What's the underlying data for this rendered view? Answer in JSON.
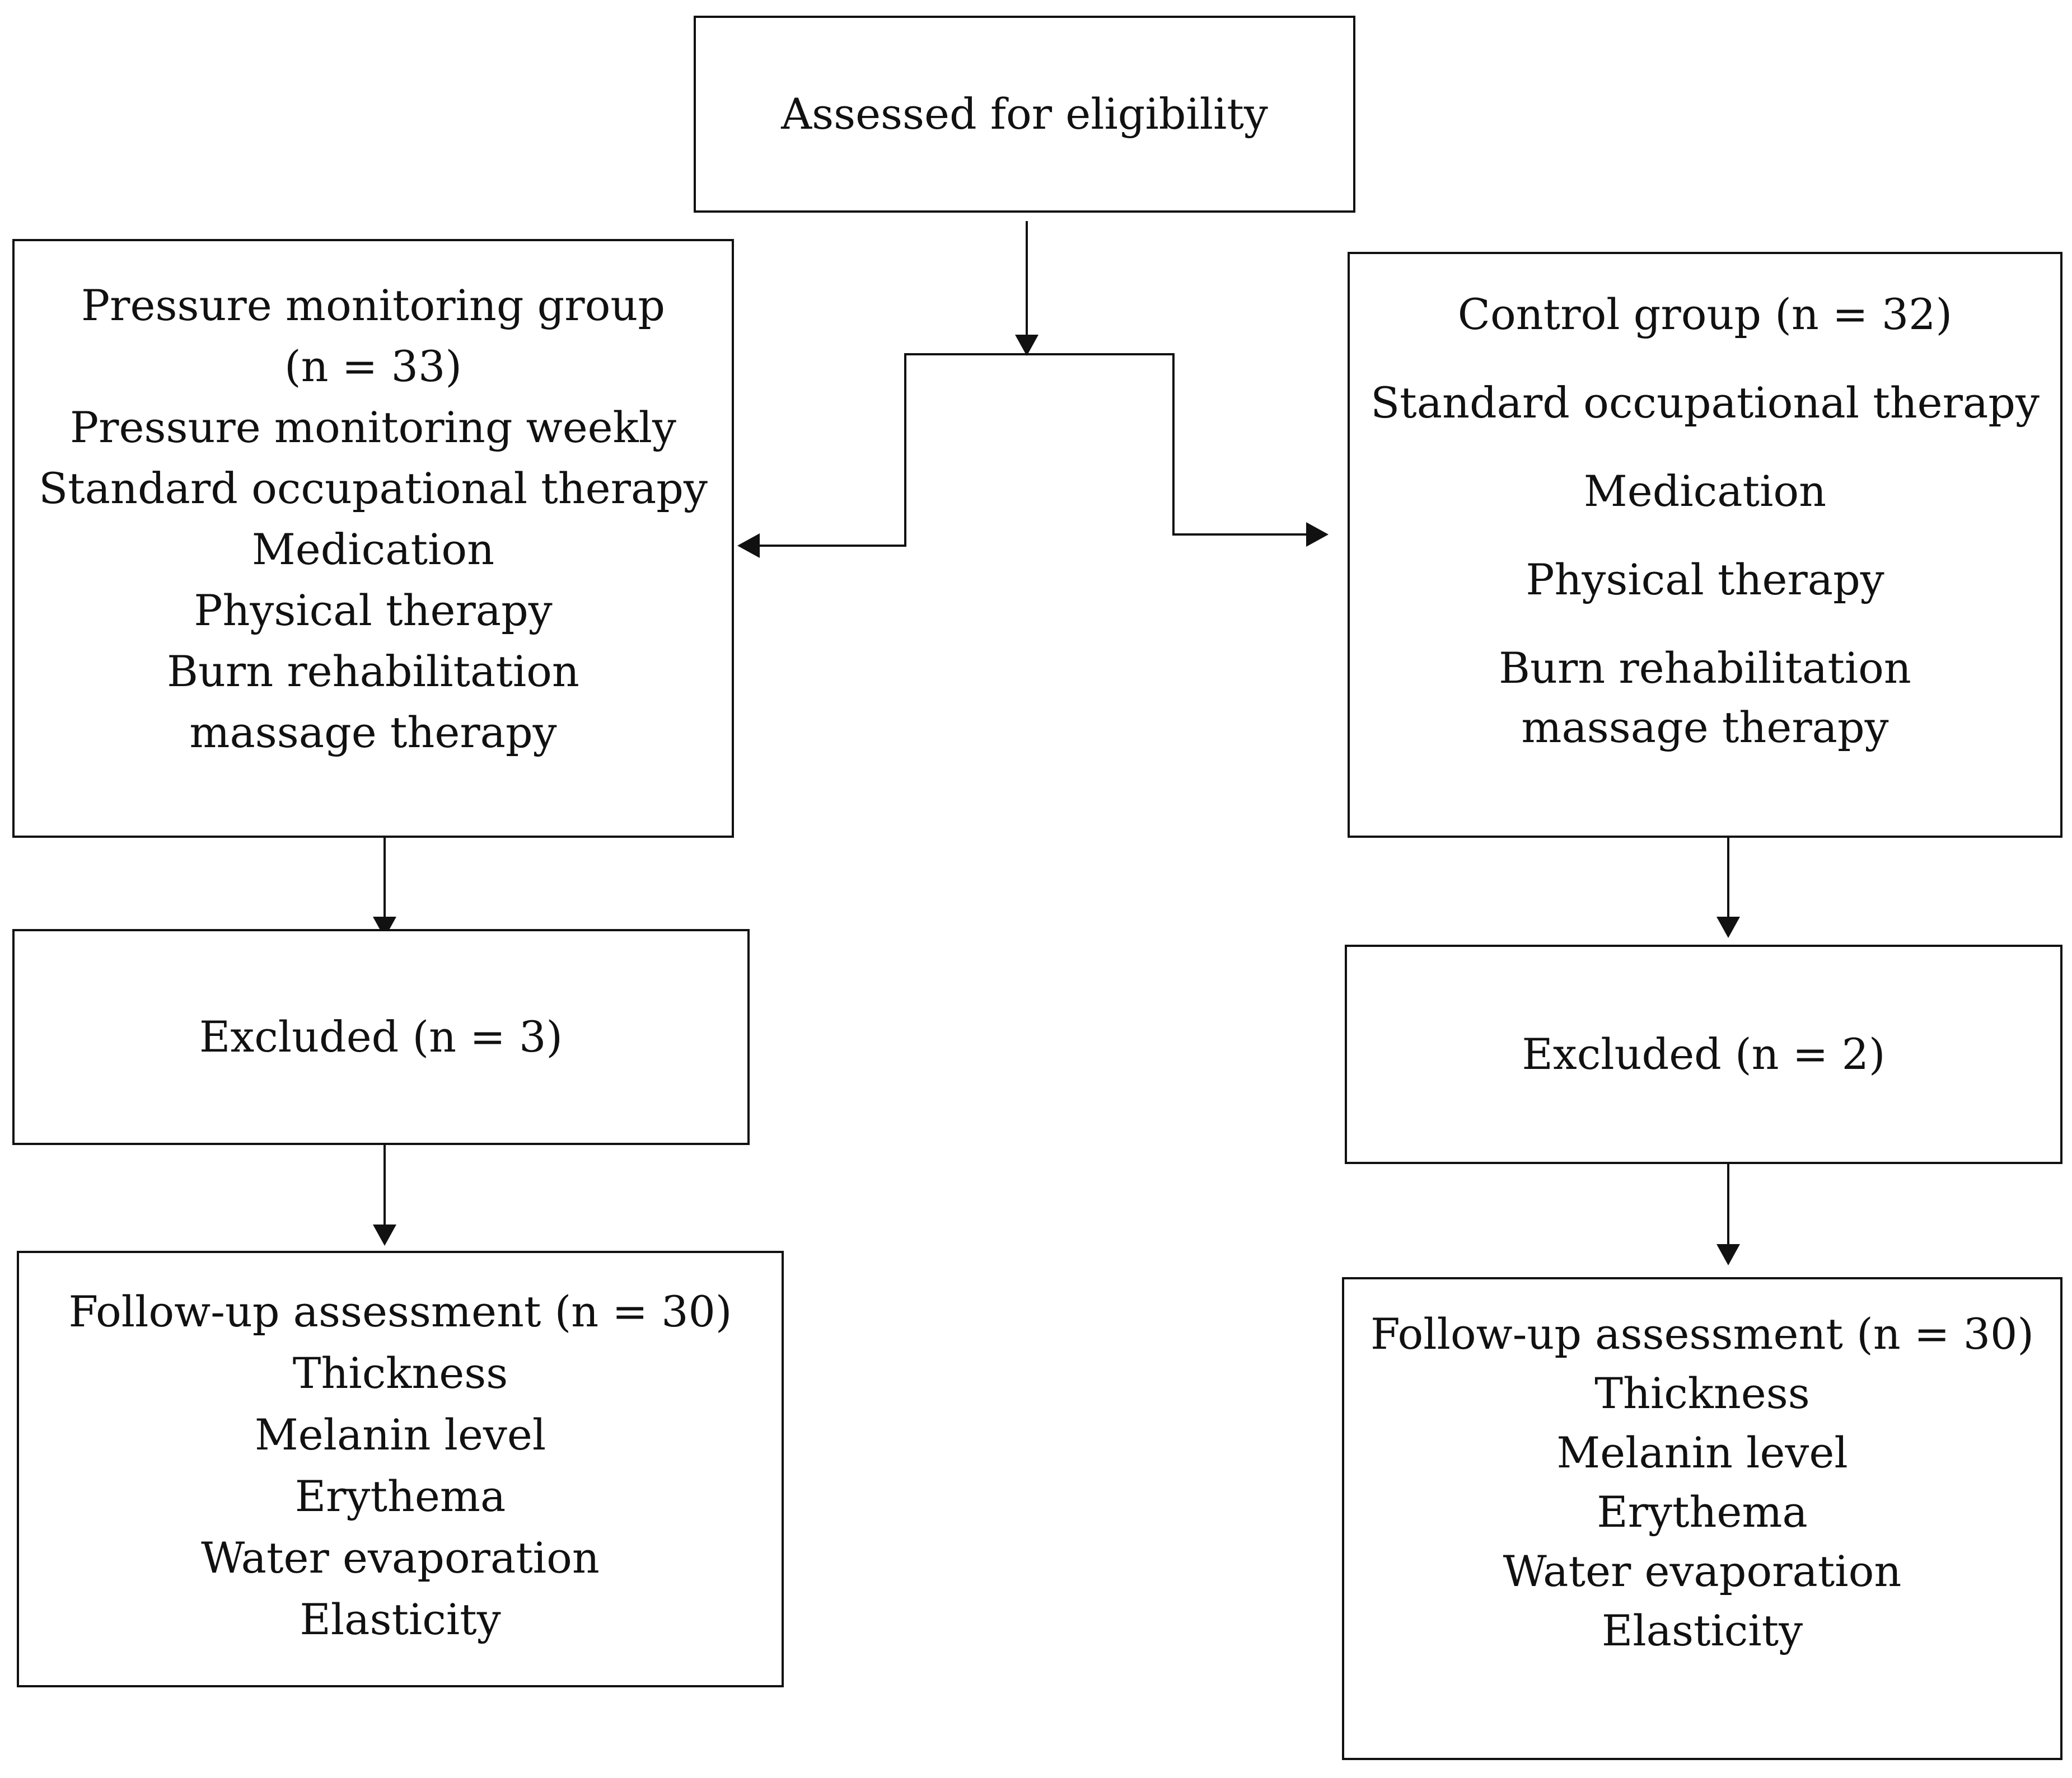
{
  "diagram": {
    "assessed": {
      "label": "Assessed for eligibility"
    },
    "left": {
      "group": {
        "title_line1": "Pressure monitoring group",
        "title_line2": "(n = 33)",
        "items": [
          "Pressure monitoring weekly",
          "Standard occupational therapy",
          "Medication",
          "Physical therapy",
          "Burn rehabilitation massage therapy"
        ]
      },
      "excluded": "Excluded (n = 3)",
      "followup": {
        "title": "Follow-up assessment (n = 30)",
        "items": [
          "Thickness",
          "Melanin level",
          "Erythema",
          "Water evaporation",
          "Elasticity"
        ]
      }
    },
    "right": {
      "group": {
        "title": "Control group (n = 32)",
        "items": [
          "Standard occupational therapy",
          "Medication",
          "Physical therapy",
          "Burn rehabilitation massage therapy"
        ]
      },
      "excluded": "Excluded (n = 2)",
      "followup": {
        "title": "Follow-up assessment (n = 30)",
        "items": [
          "Thickness",
          "Melanin level",
          "Erythema",
          "Water evaporation",
          "Elasticity"
        ]
      }
    }
  }
}
